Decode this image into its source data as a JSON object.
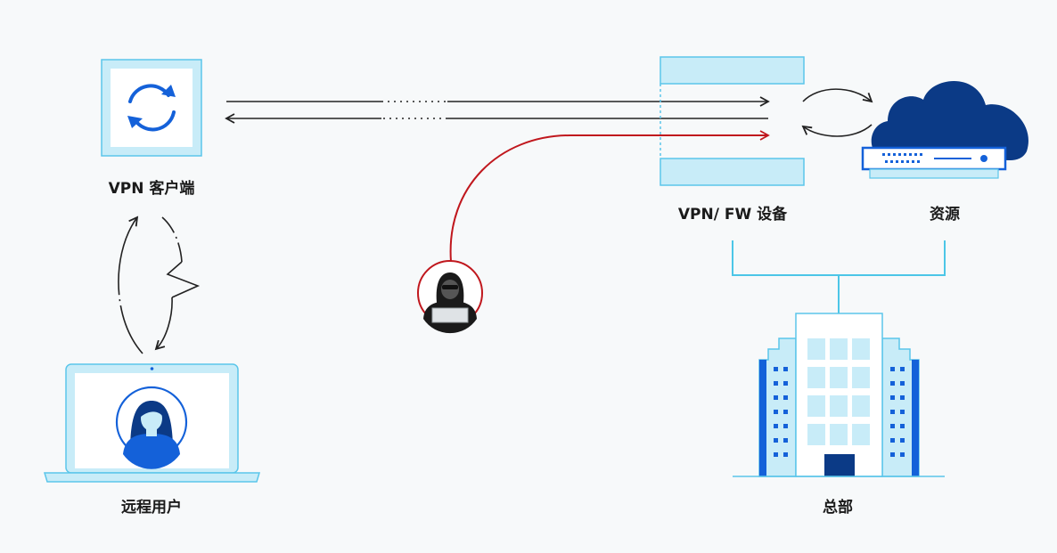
{
  "labels": {
    "vpn_client": "VPN 客户端",
    "remote_user": "远程用户",
    "vpn_fw": "VPN/ FW 设备",
    "resources": "资源",
    "headquarters": "总部"
  },
  "colors": {
    "background": "#f7f9fa",
    "light_blue_fill": "#c8ecf8",
    "light_blue_stroke": "#5bc6ea",
    "brand_blue": "#1461d9",
    "navy": "#0b3a86",
    "cyan_line": "#4cc6e7",
    "arrow_dark": "#222222",
    "attack_red": "#c0171d"
  },
  "icons": {
    "vpn_client": "sync-arrows-icon",
    "remote_user": "laptop-user-icon",
    "attacker": "hacker-icon",
    "vpn_fw": "firewall-icon",
    "resources": "cloud-server-icon",
    "headquarters": "office-building-icon"
  }
}
